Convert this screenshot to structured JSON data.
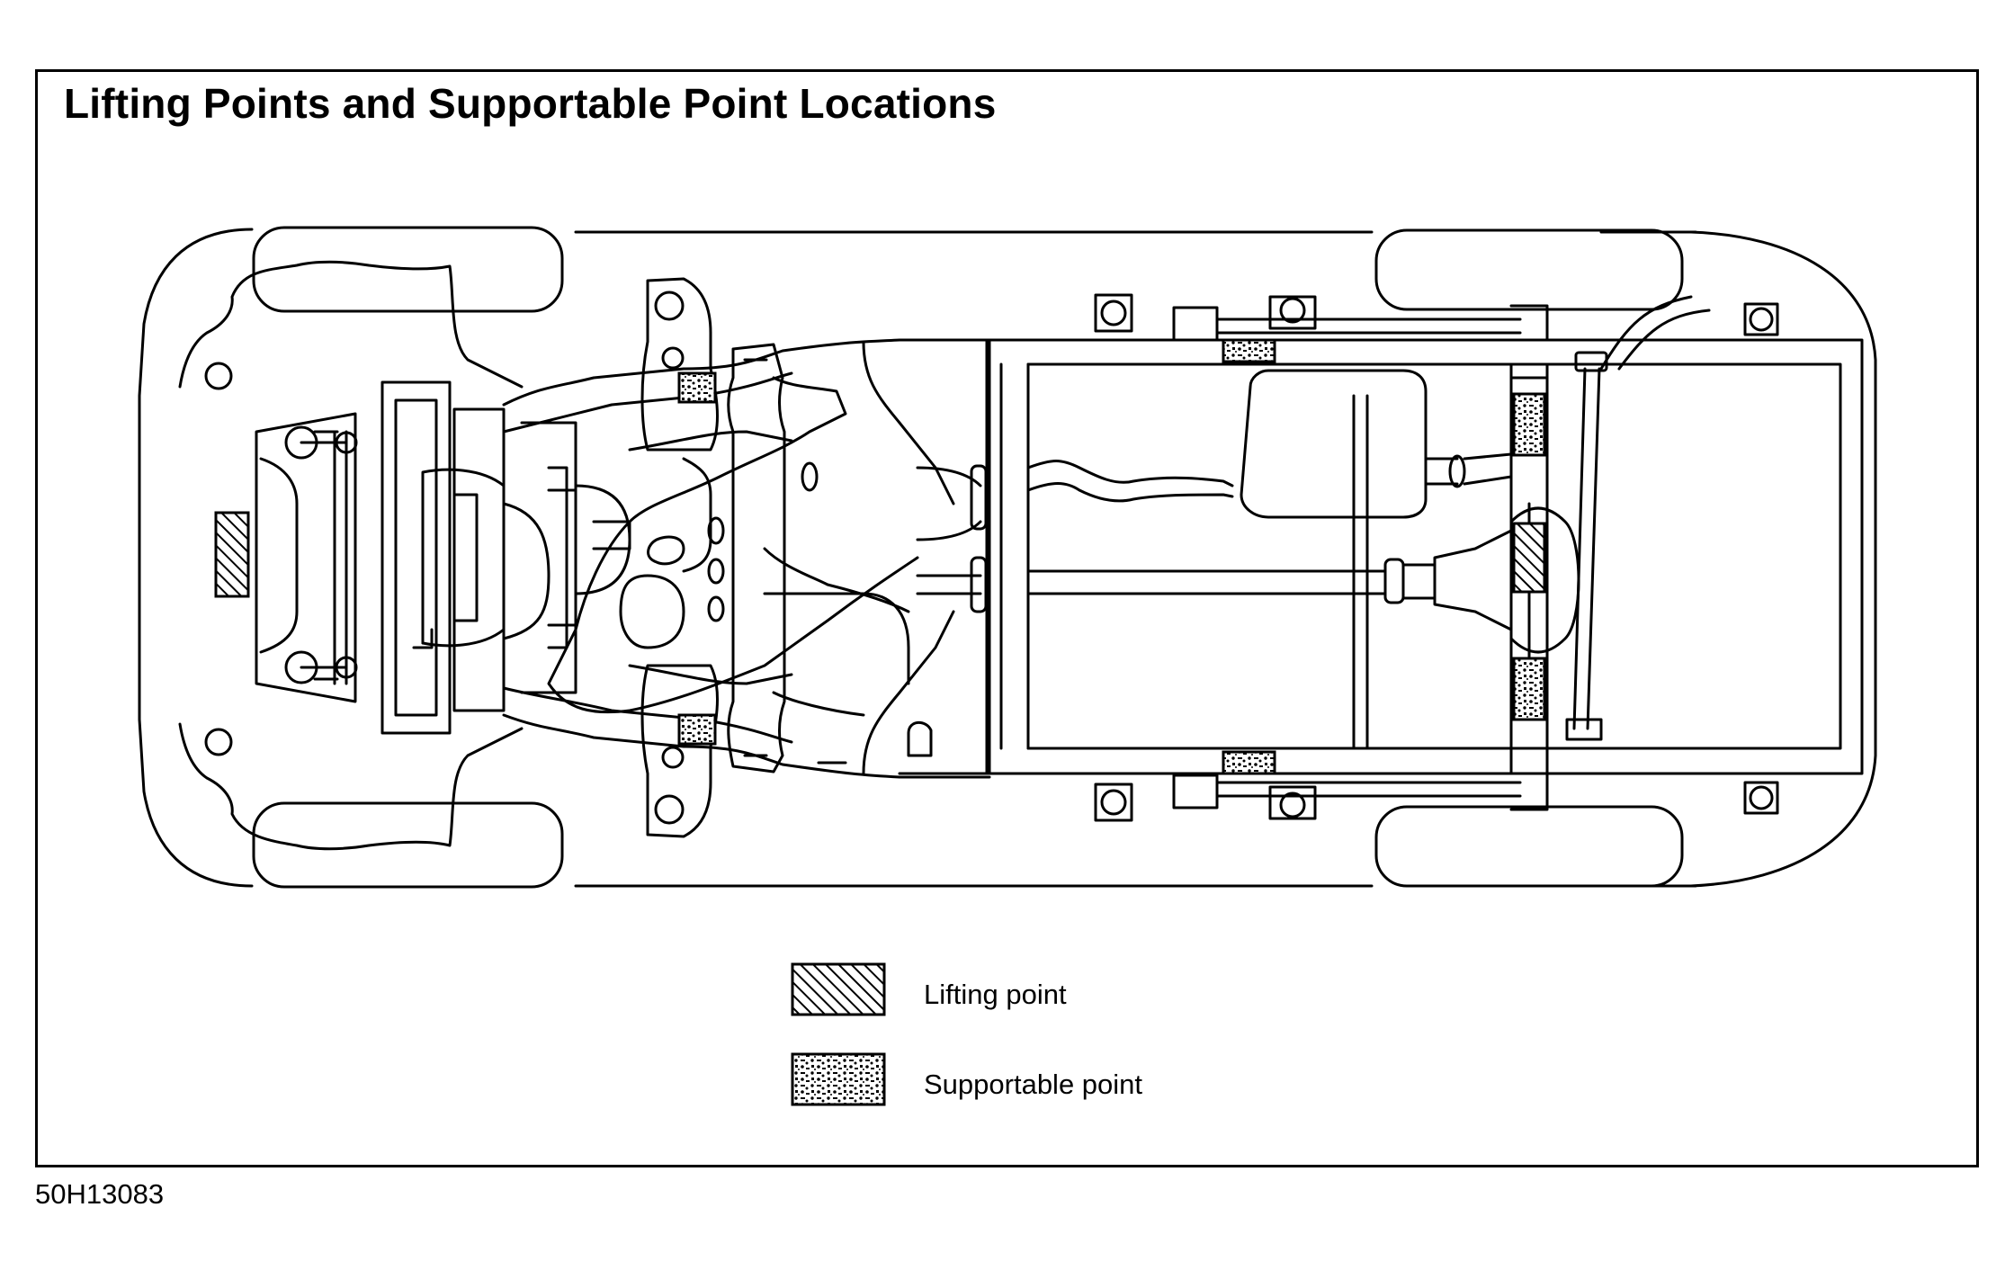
{
  "title": "Lifting Points and Supportable Point Locations",
  "figure_id": "50H13083",
  "legend": {
    "lifting_point": "Lifting point",
    "supportable_point": "Supportable point"
  }
}
